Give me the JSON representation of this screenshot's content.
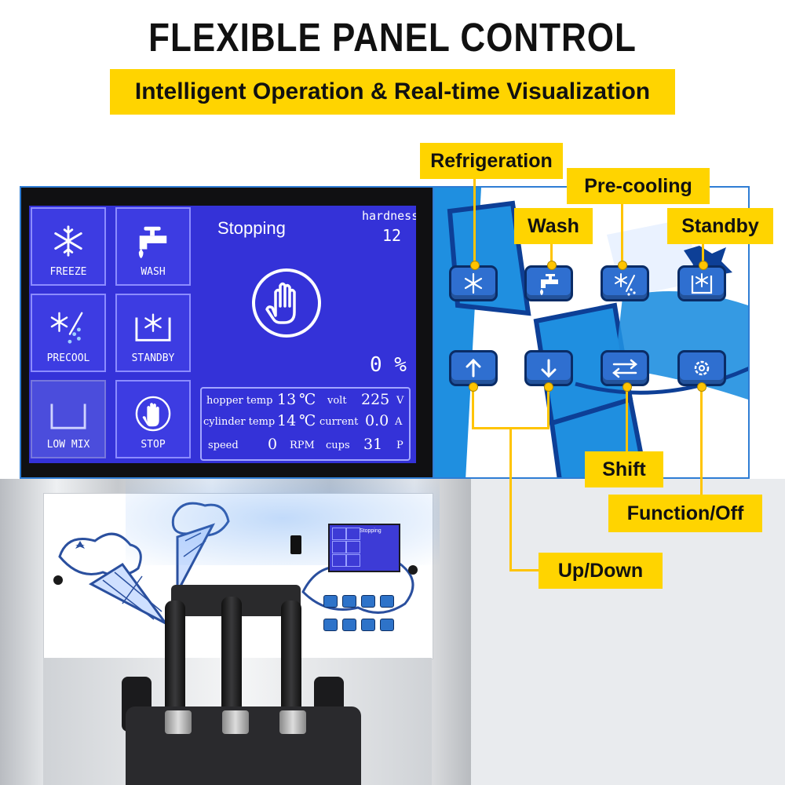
{
  "header": {
    "title": "FLEXIBLE PANEL CONTROL",
    "subtitle": "Intelligent Operation & Real-time Visualization"
  },
  "lcd": {
    "tiles": [
      {
        "label": "FREEZE",
        "icon": "snowflake-icon"
      },
      {
        "label": "WASH",
        "icon": "faucet-icon"
      },
      {
        "label": "PRECOOL",
        "icon": "precool-icon"
      },
      {
        "label": "STANDBY",
        "icon": "standby-icon"
      },
      {
        "label": "LOW MIX",
        "icon": "container-icon"
      },
      {
        "label": "STOP",
        "icon": "hand-stop-icon"
      }
    ],
    "status": "Stopping",
    "hardness_label": "hardness",
    "hardness_value": "12",
    "percent": "0 %",
    "readings": {
      "hopper_label": "hopper temp",
      "hopper_value": "13",
      "hopper_unit": "℃",
      "volt_label": "volt",
      "volt_value": "225",
      "volt_unit": "V",
      "cylinder_label": "cylinder temp",
      "cylinder_value": "14",
      "cylinder_unit": "℃",
      "current_label": "current",
      "current_value": "0.0",
      "current_unit": "A",
      "speed_label": "speed",
      "speed_value": "0",
      "speed_unit": "RPM",
      "cups_label": "cups",
      "cups_value": "31",
      "cups_unit": "P"
    }
  },
  "keypad": {
    "keys": [
      {
        "name": "refrigeration-key",
        "icon": "snowflake-icon"
      },
      {
        "name": "wash-key",
        "icon": "faucet-icon"
      },
      {
        "name": "pre-cooling-key",
        "icon": "precool-icon"
      },
      {
        "name": "standby-key",
        "icon": "standby-icon"
      },
      {
        "name": "up-key",
        "icon": "arrow-up-icon"
      },
      {
        "name": "down-key",
        "icon": "arrow-down-icon"
      },
      {
        "name": "shift-key",
        "icon": "swap-arrows-icon"
      },
      {
        "name": "function-off-key",
        "icon": "gear-icon"
      }
    ]
  },
  "callouts": {
    "refrigeration": "Refrigeration",
    "pre_cooling": "Pre-cooling",
    "wash": "Wash",
    "standby": "Standby",
    "shift": "Shift",
    "function_off": "Function/Off",
    "up_down": "Up/Down"
  },
  "mini_screen": {
    "status": "Stopping"
  },
  "colors": {
    "accent_yellow": "#ffd400",
    "lcd_blue": "#3432d8",
    "key_blue": "#2f6fd0",
    "frame_blue": "#2f7dd4"
  }
}
